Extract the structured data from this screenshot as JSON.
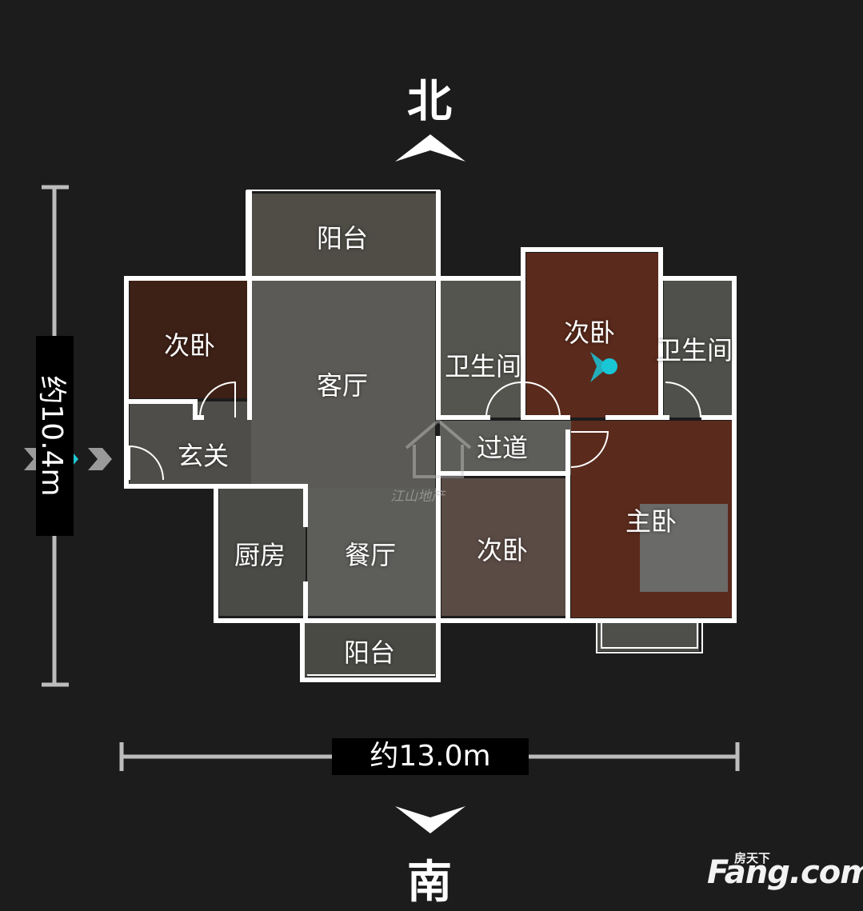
{
  "compass": {
    "north": "北",
    "south": "南"
  },
  "dimensions": {
    "width": "约13.0m",
    "height": "约10.4m"
  },
  "rooms": {
    "balcony_north": "阳台",
    "bedroom_nw": "次卧",
    "living_room": "客厅",
    "bathroom_1": "卫生间",
    "bedroom_ne": "次卧",
    "bathroom_2": "卫生间",
    "entrance": "玄关",
    "corridor": "过道",
    "kitchen": "厨房",
    "dining_room": "餐厅",
    "bedroom_s": "次卧",
    "master_bedroom": "主卧",
    "balcony_south": "阳台"
  },
  "watermark": "江山地产",
  "brand": {
    "name": "Fang.com",
    "chinese": "房天下"
  },
  "colors": {
    "background": "#1c1c1c",
    "wall": "#ffffff",
    "marker": "#19c6d6",
    "floor_wood": "#5a2a1c",
    "floor_tile": "#5d5d5a"
  }
}
